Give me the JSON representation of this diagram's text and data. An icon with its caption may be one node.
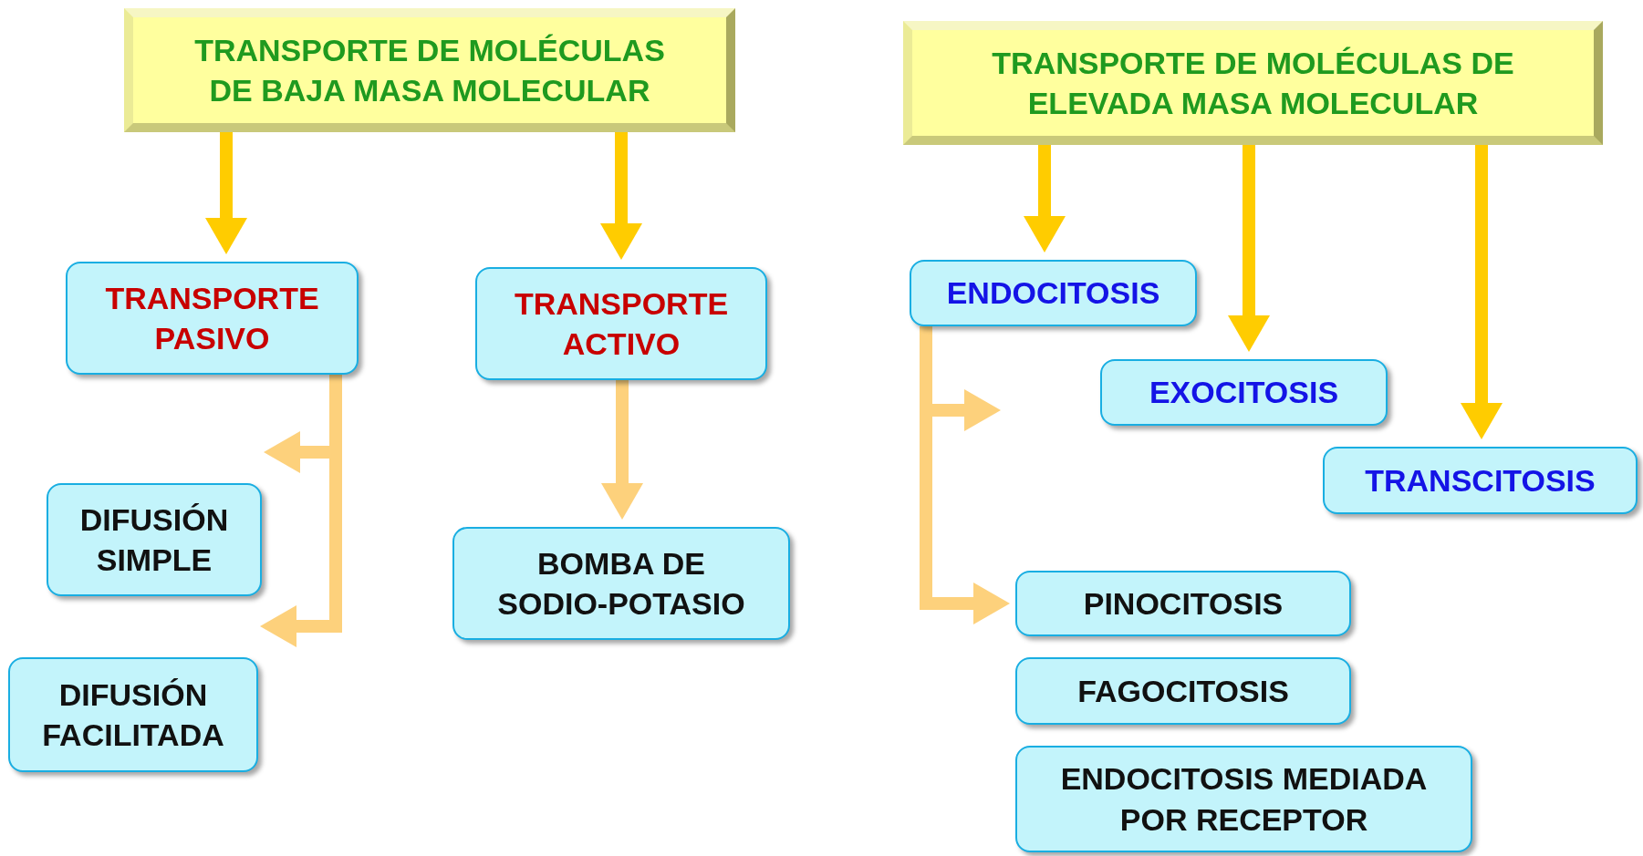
{
  "diagram": {
    "nodes": [
      {
        "text": [
          "TRANSPORTE DE MOLÉCULAS DE BAJA MASA MOLECULAR"
        ]
      },
      {
        "text": [
          "TRANSPORTE DE MOLÉCULAS DE ELEVADA MASA MOLECULAR"
        ]
      },
      {
        "text": [
          "TRANSPORTE PASIVO"
        ]
      },
      {
        "text": [
          "TRANSPORTE ACTIVO"
        ]
      },
      {
        "text": [
          "DIFUSIÓN SIMPLE"
        ]
      },
      {
        "text": [
          "DIFUSIÓN FACILITADA"
        ]
      },
      {
        "text": [
          "BOMBA DE SODIO-POTASIO"
        ]
      },
      {
        "text": [
          "ENDOCITOSIS"
        ]
      },
      {
        "text": [
          "EXOCITOSIS"
        ]
      },
      {
        "text": [
          "TRANSCITOSIS"
        ]
      },
      {
        "text": [
          "PINOCITOSIS"
        ]
      },
      {
        "text": [
          "FAGOCITOSIS"
        ]
      },
      {
        "text": [
          "ENDOCITOSIS MEDIADA POR RECEPTOR"
        ]
      }
    ],
    "edges": [
      {
        "from": 0,
        "to": 2,
        "arrow": "to"
      },
      {
        "from": 0,
        "to": 3,
        "arrow": "to"
      },
      {
        "from": 1,
        "to": 7,
        "arrow": "to"
      },
      {
        "from": 1,
        "to": 8,
        "arrow": "to"
      },
      {
        "from": 1,
        "to": 9,
        "arrow": "to"
      },
      {
        "from": 3,
        "to": 6,
        "arrow": "to",
        "color": "#fdd17c"
      },
      {
        "from": 2,
        "to": 4,
        "arrow": "to",
        "color": "#fdd17c"
      },
      {
        "from": 2,
        "to": 5,
        "arrow": "to",
        "color": "#fdd17c"
      },
      {
        "from": 7,
        "to": null,
        "arrow": "to",
        "color": "#fdd17c"
      },
      {
        "from": 7,
        "to": 10,
        "arrow": "to",
        "color": "#fdd17c"
      }
    ]
  }
}
